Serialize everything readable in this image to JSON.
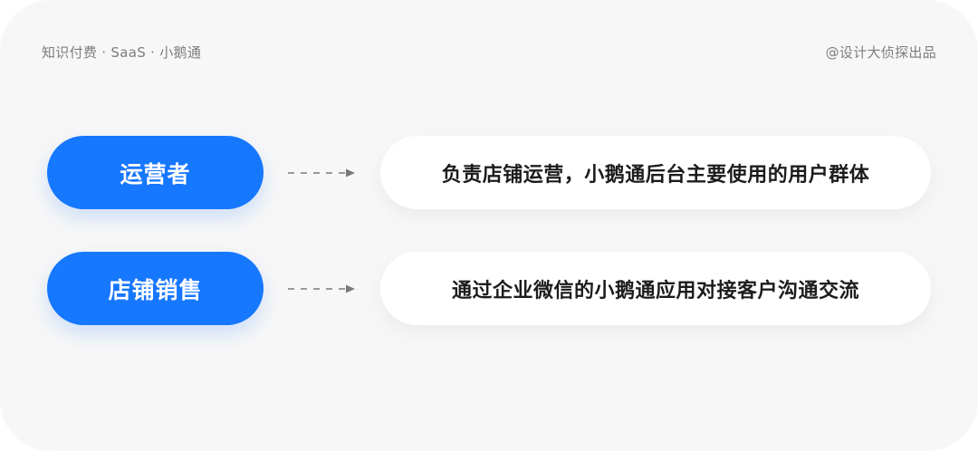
{
  "header": {
    "left": "知识付费 · SaaS · 小鹅通",
    "right": "@设计大侦探出品"
  },
  "rows": [
    {
      "role": "运营者",
      "description": "负责店铺运营，小鹅通后台主要使用的用户群体"
    },
    {
      "role": "店铺销售",
      "description": "通过企业微信的小鹅通应用对接客户沟通交流"
    }
  ],
  "colors": {
    "accent": "#1677ff",
    "background": "#f7f7f7",
    "arrow": "#7a7a7a"
  }
}
